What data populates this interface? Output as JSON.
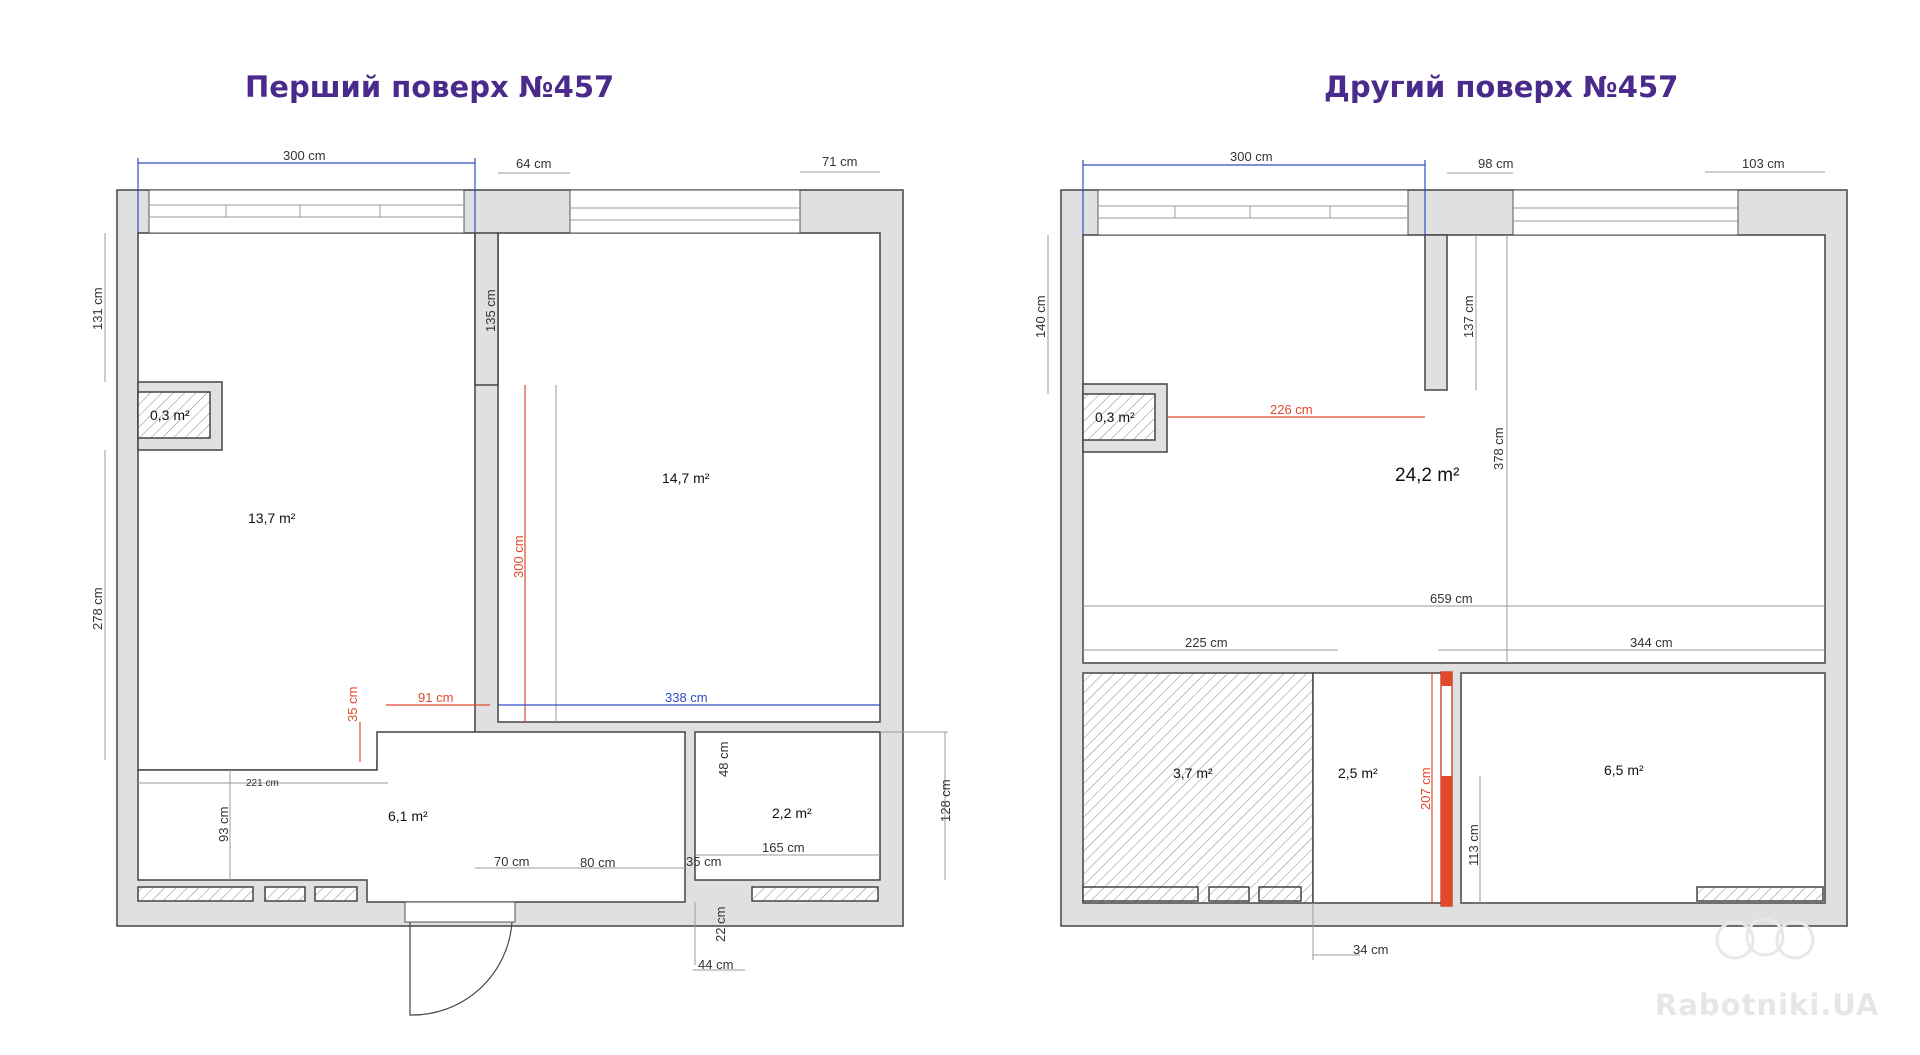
{
  "titles": {
    "first_floor": "Перший поверх №457",
    "second_floor": "Другий поверх №457"
  },
  "first_floor": {
    "dimensions": {
      "d300_top": "300 cm",
      "d64": "64 cm",
      "d71": "71 cm",
      "d131": "131 cm",
      "d135": "135 cm",
      "d278": "278 cm",
      "d300_red": "300 cm",
      "d35_red": "35 cm",
      "d91_red": "91 cm",
      "d338_blue": "338 cm",
      "d221": "221 cm",
      "d48": "48 cm",
      "d128": "128 cm",
      "d93": "93 cm",
      "d165": "165 cm",
      "d70": "70 cm",
      "d80": "80 cm",
      "d35": "35 cm",
      "d22": "22 cm",
      "d44": "44 cm"
    },
    "areas": {
      "shaft": "0,3 m²",
      "room_left": "13,7 m²",
      "room_right": "14,7 m²",
      "hall": "6,1 m²",
      "bath": "2,2 m²"
    }
  },
  "second_floor": {
    "dimensions": {
      "d300_top": "300 cm",
      "d98": "98 cm",
      "d103": "103 cm",
      "d140": "140 cm",
      "d137": "137 cm",
      "d226_red": "226 cm",
      "d378": "378 cm",
      "d659": "659 cm",
      "d225": "225 cm",
      "d344": "344 cm",
      "d207_red": "207 cm",
      "d113": "113 cm",
      "d34": "34 cm"
    },
    "areas": {
      "shaft": "0,3 m²",
      "main": "24,2 m²",
      "hatched": "3,7 m²",
      "mid": "2,5 m²",
      "right": "6,5 m²"
    }
  },
  "watermark": "Rabotniki.UA",
  "colors": {
    "title": "#4a2a8a",
    "red_dimension": "#e0492c",
    "blue_dimension": "#2f4cc0",
    "wall": "#e0e0e0"
  }
}
